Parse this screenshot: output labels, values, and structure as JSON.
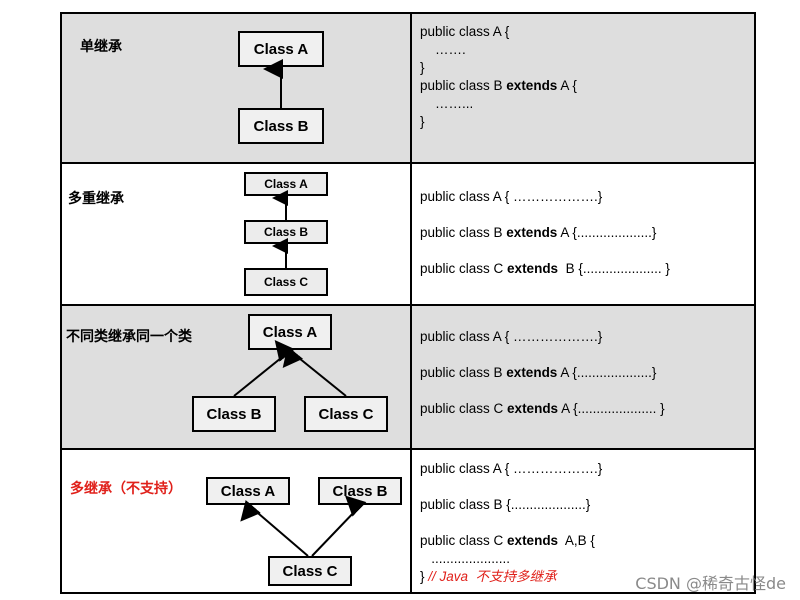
{
  "rows": [
    {
      "label": "单继承",
      "classes": [
        "Class A",
        "Class B"
      ],
      "code": [
        {
          "pre": "public class A {",
          "kw": "",
          "post": ""
        },
        {
          "pre": "    …….",
          "kw": "",
          "post": ""
        },
        {
          "pre": "}",
          "kw": "",
          "post": ""
        },
        {
          "pre": "public class B ",
          "kw": "extends",
          "post": " A {"
        },
        {
          "pre": "    ……...",
          "kw": "",
          "post": ""
        },
        {
          "pre": "}",
          "kw": "",
          "post": ""
        }
      ]
    },
    {
      "label": "多重继承",
      "classes": [
        "Class A",
        "Class B",
        "Class C"
      ],
      "code": [
        {
          "pre": "public class A { ……………….}",
          "kw": "",
          "post": ""
        },
        {
          "pre": "public class B ",
          "kw": "extends",
          "post": " A {....................}"
        },
        {
          "pre": "public class C ",
          "kw": "extends",
          "post": "  B {..................... }"
        }
      ]
    },
    {
      "label": "不同类继承同一个类",
      "classes": [
        "Class A",
        "Class B",
        "Class C"
      ],
      "code": [
        {
          "pre": "public class A { ……………….}",
          "kw": "",
          "post": ""
        },
        {
          "pre": "public class B ",
          "kw": "extends",
          "post": " A {....................}"
        },
        {
          "pre": "public class C ",
          "kw": "extends",
          "post": " A {..................... }"
        }
      ]
    },
    {
      "label": "多继承（不支持）",
      "classes": [
        "Class A",
        "Class B",
        "Class C"
      ],
      "code": [
        {
          "pre": "public class A { ……………….}",
          "kw": "",
          "post": ""
        },
        {
          "pre": "public class B {....................}",
          "kw": "",
          "post": ""
        },
        {
          "pre": "public class C ",
          "kw": "extends",
          "post": "  A,B {"
        },
        {
          "pre": "   .....................",
          "kw": "",
          "post": ""
        },
        {
          "pre": "} ",
          "kw": "",
          "post": "",
          "comment": "// Java  不支持多继承"
        }
      ]
    }
  ],
  "watermark": "CSDN @稀奇古怪de",
  "colors": {
    "gray": "#dedede",
    "red": "#e0201a"
  }
}
